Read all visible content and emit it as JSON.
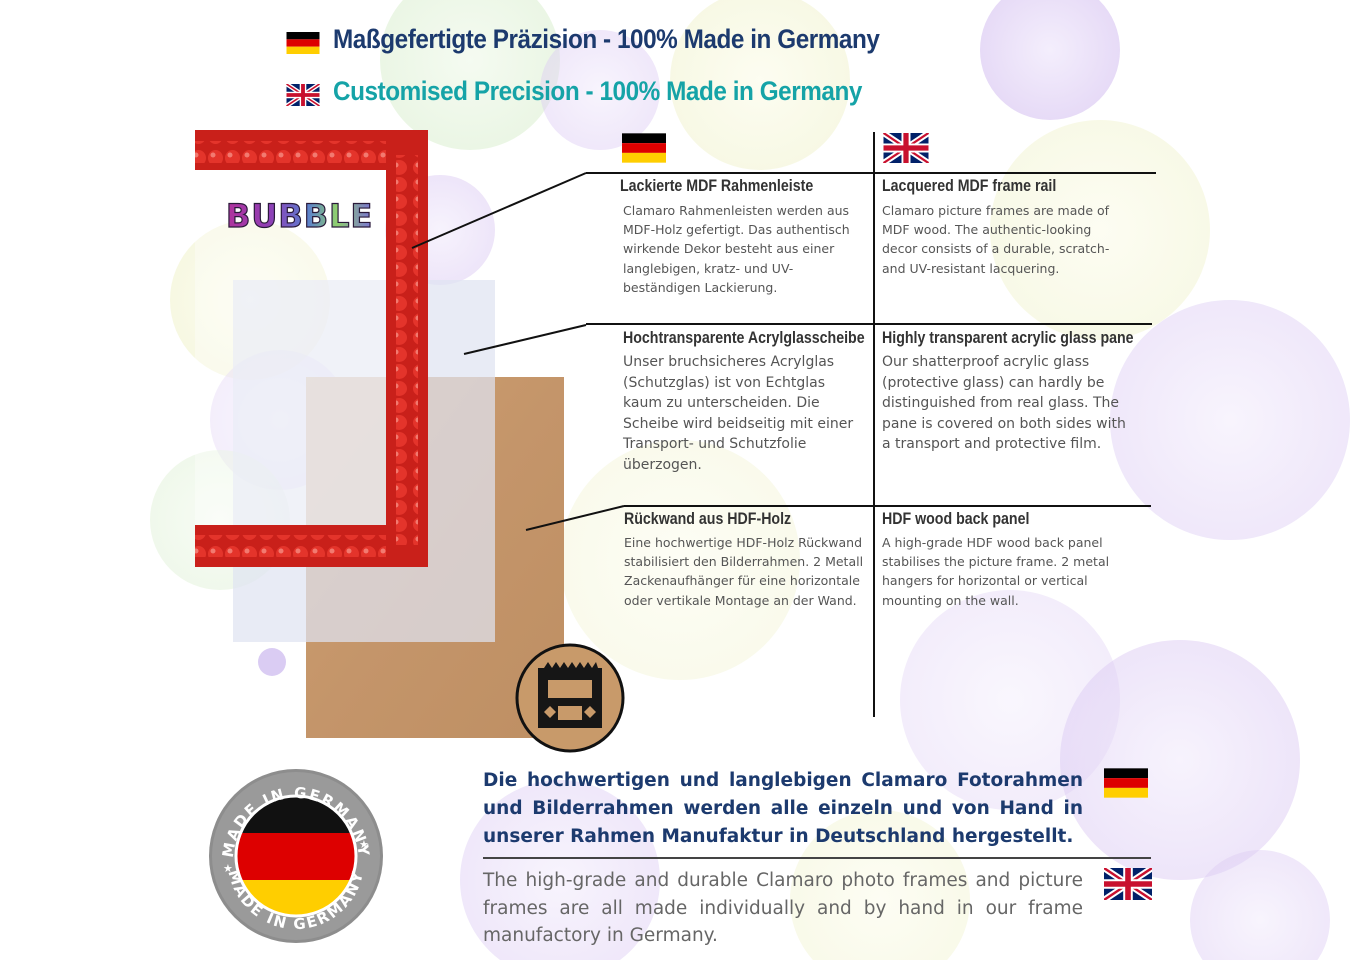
{
  "headlines": {
    "de": "Maßgefertigte Präzision - 100% Made in Germany",
    "en": "Customised Precision - 100% Made in Germany"
  },
  "product_logo": "BUBBLE",
  "seal": {
    "top_text": "MADE IN GERMANY",
    "bottom_text": "MADE IN GERMANY"
  },
  "sections": [
    {
      "de_title": "Lackierte MDF Rahmenleiste",
      "de_text": "Clamaro Rahmenleisten werden aus MDF-Holz gefertigt. Das authentisch wirkende Dekor besteht aus einer langlebigen, kratz- und UV-beständigen Lackierung.",
      "en_title": "Lacquered MDF frame rail",
      "en_text": "Clamaro picture frames are made of MDF wood. The authentic-looking decor consists of a durable, scratch-and UV-resistant lacquering."
    },
    {
      "de_title": "Hochtransparente Acrylglasscheibe",
      "de_text": "Unser bruchsicheres Acrylglas (Schutzglas) ist von Echtglas kaum zu unterscheiden. Die Scheibe wird beidseitig mit einer Transport- und Schutzfolie überzogen.",
      "en_title": "Highly transparent acrylic glass pane",
      "en_text": "Our shatterproof acrylic glass (protective glass) can hardly be distinguished from real glass. The pane is covered on both sides with a transport and protective film."
    },
    {
      "de_title": "Rückwand aus HDF-Holz",
      "de_text": "Eine hochwertige HDF-Holz Rückwand stabilisiert den Bilderrahmen. 2 Metall Zackenaufhänger für eine horizontale oder vertikale Montage an der Wand.",
      "en_title": "HDF wood back panel",
      "en_text": "A high-grade HDF wood back panel stabilises the picture frame. 2 metal hangers for horizontal or vertical mounting on the wall."
    }
  ],
  "bottom": {
    "de": "Die hochwertigen und langlebigen Clamaro Fotorahmen und Bilderrahmen werden alle einzeln und von Hand in unserer Rahmen Manufaktur in Deutschland hergestellt.",
    "en": "The high-grade and durable Clamaro photo frames and picture frames are all made individually and by hand in our frame manufactory in Germany."
  },
  "icons": {
    "flag_de": "german-flag-icon",
    "flag_uk": "uk-flag-icon",
    "hanger": "sawtooth-hanger-icon"
  },
  "colors": {
    "navy": "#1c3a6e",
    "teal": "#15a3a7",
    "frame_red": "#d72a22",
    "hdf_brown": "#c89a6a"
  }
}
